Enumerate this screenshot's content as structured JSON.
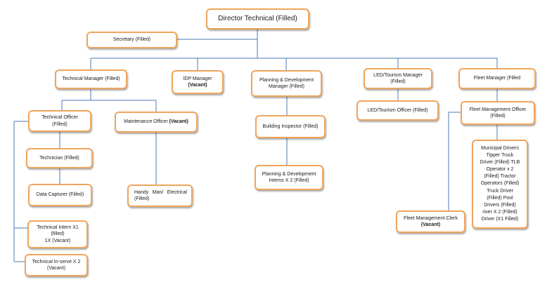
{
  "nodes": {
    "director": "Director Technical (Filled)",
    "secretary": "Secretary (Filled)",
    "tech_manager": "Technical Manager (Filled)",
    "idp_manager": "IDP Manager",
    "idp_manager_status": "(Vacant)",
    "planning_manager": [
      "Planning & Development",
      "Manager (Filled)"
    ],
    "led_manager": [
      "LED/Tourism Manager",
      "(Filled)"
    ],
    "fleet_manager": "Fleet Manager (Filled",
    "tech_officer": [
      "Technical Officer",
      "(Filled)"
    ],
    "maintenance_officer": "Maintenance Officer ",
    "maintenance_officer_status": "(Vacant)",
    "building_inspector": "Building Inspector (Filled)",
    "led_officer": "LED/Tourism Officer (Filled)",
    "fleet_mgmt_officer": [
      "Fleet Management Officer",
      "(Filled)"
    ],
    "technician": "Technician (Filled)",
    "data_capturer": "Data Capturer (Filled)",
    "handyman": [
      "Handy  Man/  Electrical",
      "(Filled)"
    ],
    "planning_interns": [
      "Planning & Development",
      "Interns X 2 (Filled)"
    ],
    "tech_intern": [
      "Technical Intern X1",
      "(filled)",
      "1X (Vacant)"
    ],
    "tech_inservice": [
      "Technical In-serve X 2",
      "(Vacant)"
    ],
    "fleet_clerk": "Fleet Management Clerk",
    "fleet_clerk_status": "(Vacant)",
    "municipal_drivers": [
      "Municipal Drivers",
      "Tipper Truck",
      "Driver (Filled) TLB",
      "Operator x 2",
      "(Filled) Tractor",
      "Operators (Filled)",
      "Truck Driver",
      "(Filled) Pool",
      "Drivers (Filled)",
      "river X 2 (Filled)",
      "Driver (X1 Filled)"
    ]
  },
  "colors": {
    "box_border": "#f0a55c",
    "connector": "#4a78b5"
  }
}
